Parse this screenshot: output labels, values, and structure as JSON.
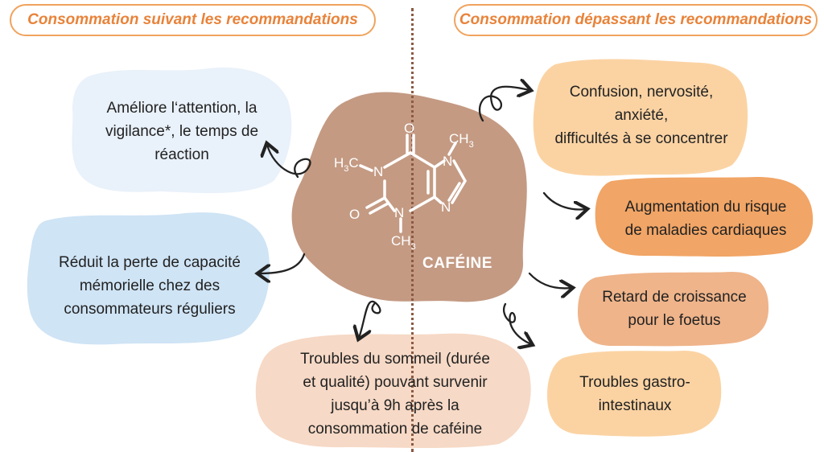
{
  "headers": {
    "left": "Consommation suivant les recommandations",
    "right": "Consommation dépassant les recommandations"
  },
  "center": {
    "label": "CAFÉINE",
    "atoms": {
      "h3c": "H",
      "h3c_sub": "3",
      "h3c_c": "C",
      "o_top": "O",
      "o_left": "O",
      "n1": "N",
      "n3": "N",
      "n7": "N",
      "n9": "N",
      "ch3_top": "CH",
      "ch3_top_sub": "3",
      "ch3_bottom": "CH",
      "ch3_bottom_sub": "3"
    }
  },
  "effects_within": [
    {
      "id": "attention",
      "lines": [
        "Améliore l‘attention, la",
        "vigilance*, le temps de",
        "réaction"
      ],
      "color": "#e9f1fa"
    },
    {
      "id": "memory",
      "lines": [
        "Réduit la perte de capacité",
        "mémorielle chez des",
        "consommateurs réguliers"
      ],
      "color": "#cfe4f5"
    }
  ],
  "effects_beyond": [
    {
      "id": "confusion",
      "lines": [
        "Confusion, nervosité,",
        "anxiété,",
        "difficultés à se concentrer"
      ],
      "color": "#fbd3a3"
    },
    {
      "id": "cardiac",
      "lines": [
        "Augmentation du risque",
        "de maladies cardiaques"
      ],
      "color": "#f1a566"
    },
    {
      "id": "growth",
      "lines": [
        "Retard de croissance",
        "pour le foetus"
      ],
      "color": "#efb48a"
    },
    {
      "id": "gastro",
      "lines": [
        "Troubles gastro-",
        "intestinaux"
      ],
      "color": "#fbd3a3"
    }
  ],
  "sleep": {
    "id": "sleep",
    "lines": [
      "Troubles du sommeil (durée",
      "et qualité) pouvant survenir",
      "jusqu’à 9h après la",
      "consommation de caféine"
    ],
    "color": "#f6d9c6"
  },
  "colors": {
    "header_border": "#f0a35e",
    "header_text": "#e8833a",
    "center_blob": "#c49a83",
    "divider": "#8b5a43",
    "arrow": "#222222"
  }
}
